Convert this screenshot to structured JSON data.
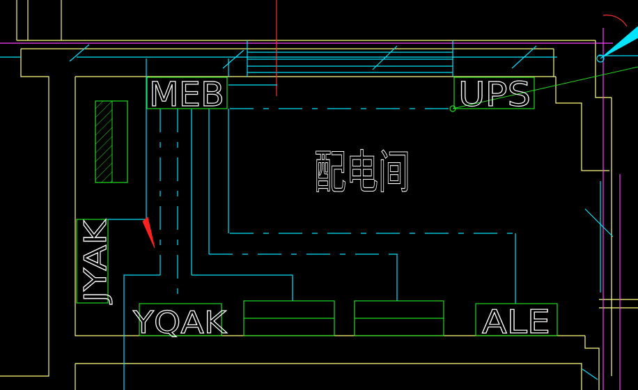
{
  "drawing": {
    "room_label": "配电间",
    "equipment": [
      {
        "id": "meb",
        "label": "MEB"
      },
      {
        "id": "ups",
        "label": "UPS"
      },
      {
        "id": "jyak",
        "label": "JYAK"
      },
      {
        "id": "yqak",
        "label": "YQAK"
      },
      {
        "id": "ale",
        "label": "ALE"
      }
    ]
  },
  "colors": {
    "background": "#000000",
    "wall": "#ffff80",
    "cable_tray": "#00e5ff",
    "hatch": "#22dd22",
    "axis": "#ff40ff",
    "marker": "#ff3030",
    "label": "#ffffff"
  },
  "icons": {
    "cursor": "red-arrow-cursor-icon",
    "door": "door-swing-icon"
  }
}
